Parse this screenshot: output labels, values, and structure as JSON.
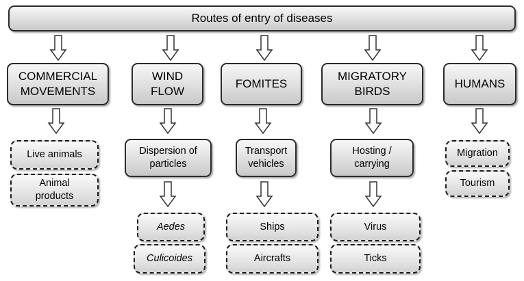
{
  "title": "Routes of entry of diseases",
  "categories": [
    {
      "label": "COMMERCIAL\nMOVEMENTS",
      "sub": null,
      "leaves": [
        {
          "text": "Live animals",
          "italic": false
        },
        {
          "text": "Animal\nproducts",
          "italic": false
        }
      ]
    },
    {
      "label": "WIND\nFLOW",
      "sub": "Dispersion of\nparticles",
      "leaves": [
        {
          "text": "Aedes",
          "italic": true
        },
        {
          "text": "Culicoides",
          "italic": true
        }
      ]
    },
    {
      "label": "FOMITES",
      "sub": "Transport\nvehicles",
      "leaves": [
        {
          "text": "Ships",
          "italic": false
        },
        {
          "text": "Aircrafts",
          "italic": false
        }
      ]
    },
    {
      "label": "MIGRATORY\nBIRDS",
      "sub": "Hosting /\ncarrying",
      "leaves": [
        {
          "text": "Virus",
          "italic": false
        },
        {
          "text": "Ticks",
          "italic": false
        }
      ]
    },
    {
      "label": "HUMANS",
      "sub": null,
      "leaves": [
        {
          "text": "Migration",
          "italic": false
        },
        {
          "text": "Tourism",
          "italic": false
        }
      ]
    }
  ]
}
